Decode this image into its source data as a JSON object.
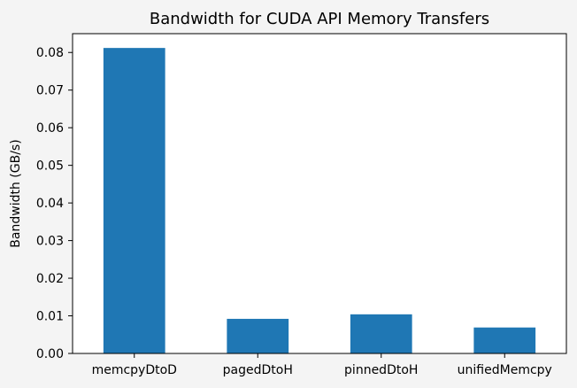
{
  "chart_data": {
    "type": "bar",
    "title": "Bandwidth for CUDA API Memory Transfers",
    "xlabel": "",
    "ylabel": "Bandwidth (GB/s)",
    "categories": [
      "memcpyDtoD",
      "pagedDtoH",
      "pinnedDtoH",
      "unifiedMemcpy"
    ],
    "values": [
      0.0812,
      0.0092,
      0.0104,
      0.0069
    ],
    "ylim": [
      0,
      0.085
    ],
    "yticks": [
      0.0,
      0.01,
      0.02,
      0.03,
      0.04,
      0.05,
      0.06,
      0.07,
      0.08
    ],
    "ytick_labels": [
      "0.00",
      "0.01",
      "0.02",
      "0.03",
      "0.04",
      "0.05",
      "0.06",
      "0.07",
      "0.08"
    ],
    "grid": false,
    "legend": "none",
    "bar_color": "#1f77b4",
    "background_color": "#f4f4f4",
    "plot_background_color": "#ffffff"
  }
}
